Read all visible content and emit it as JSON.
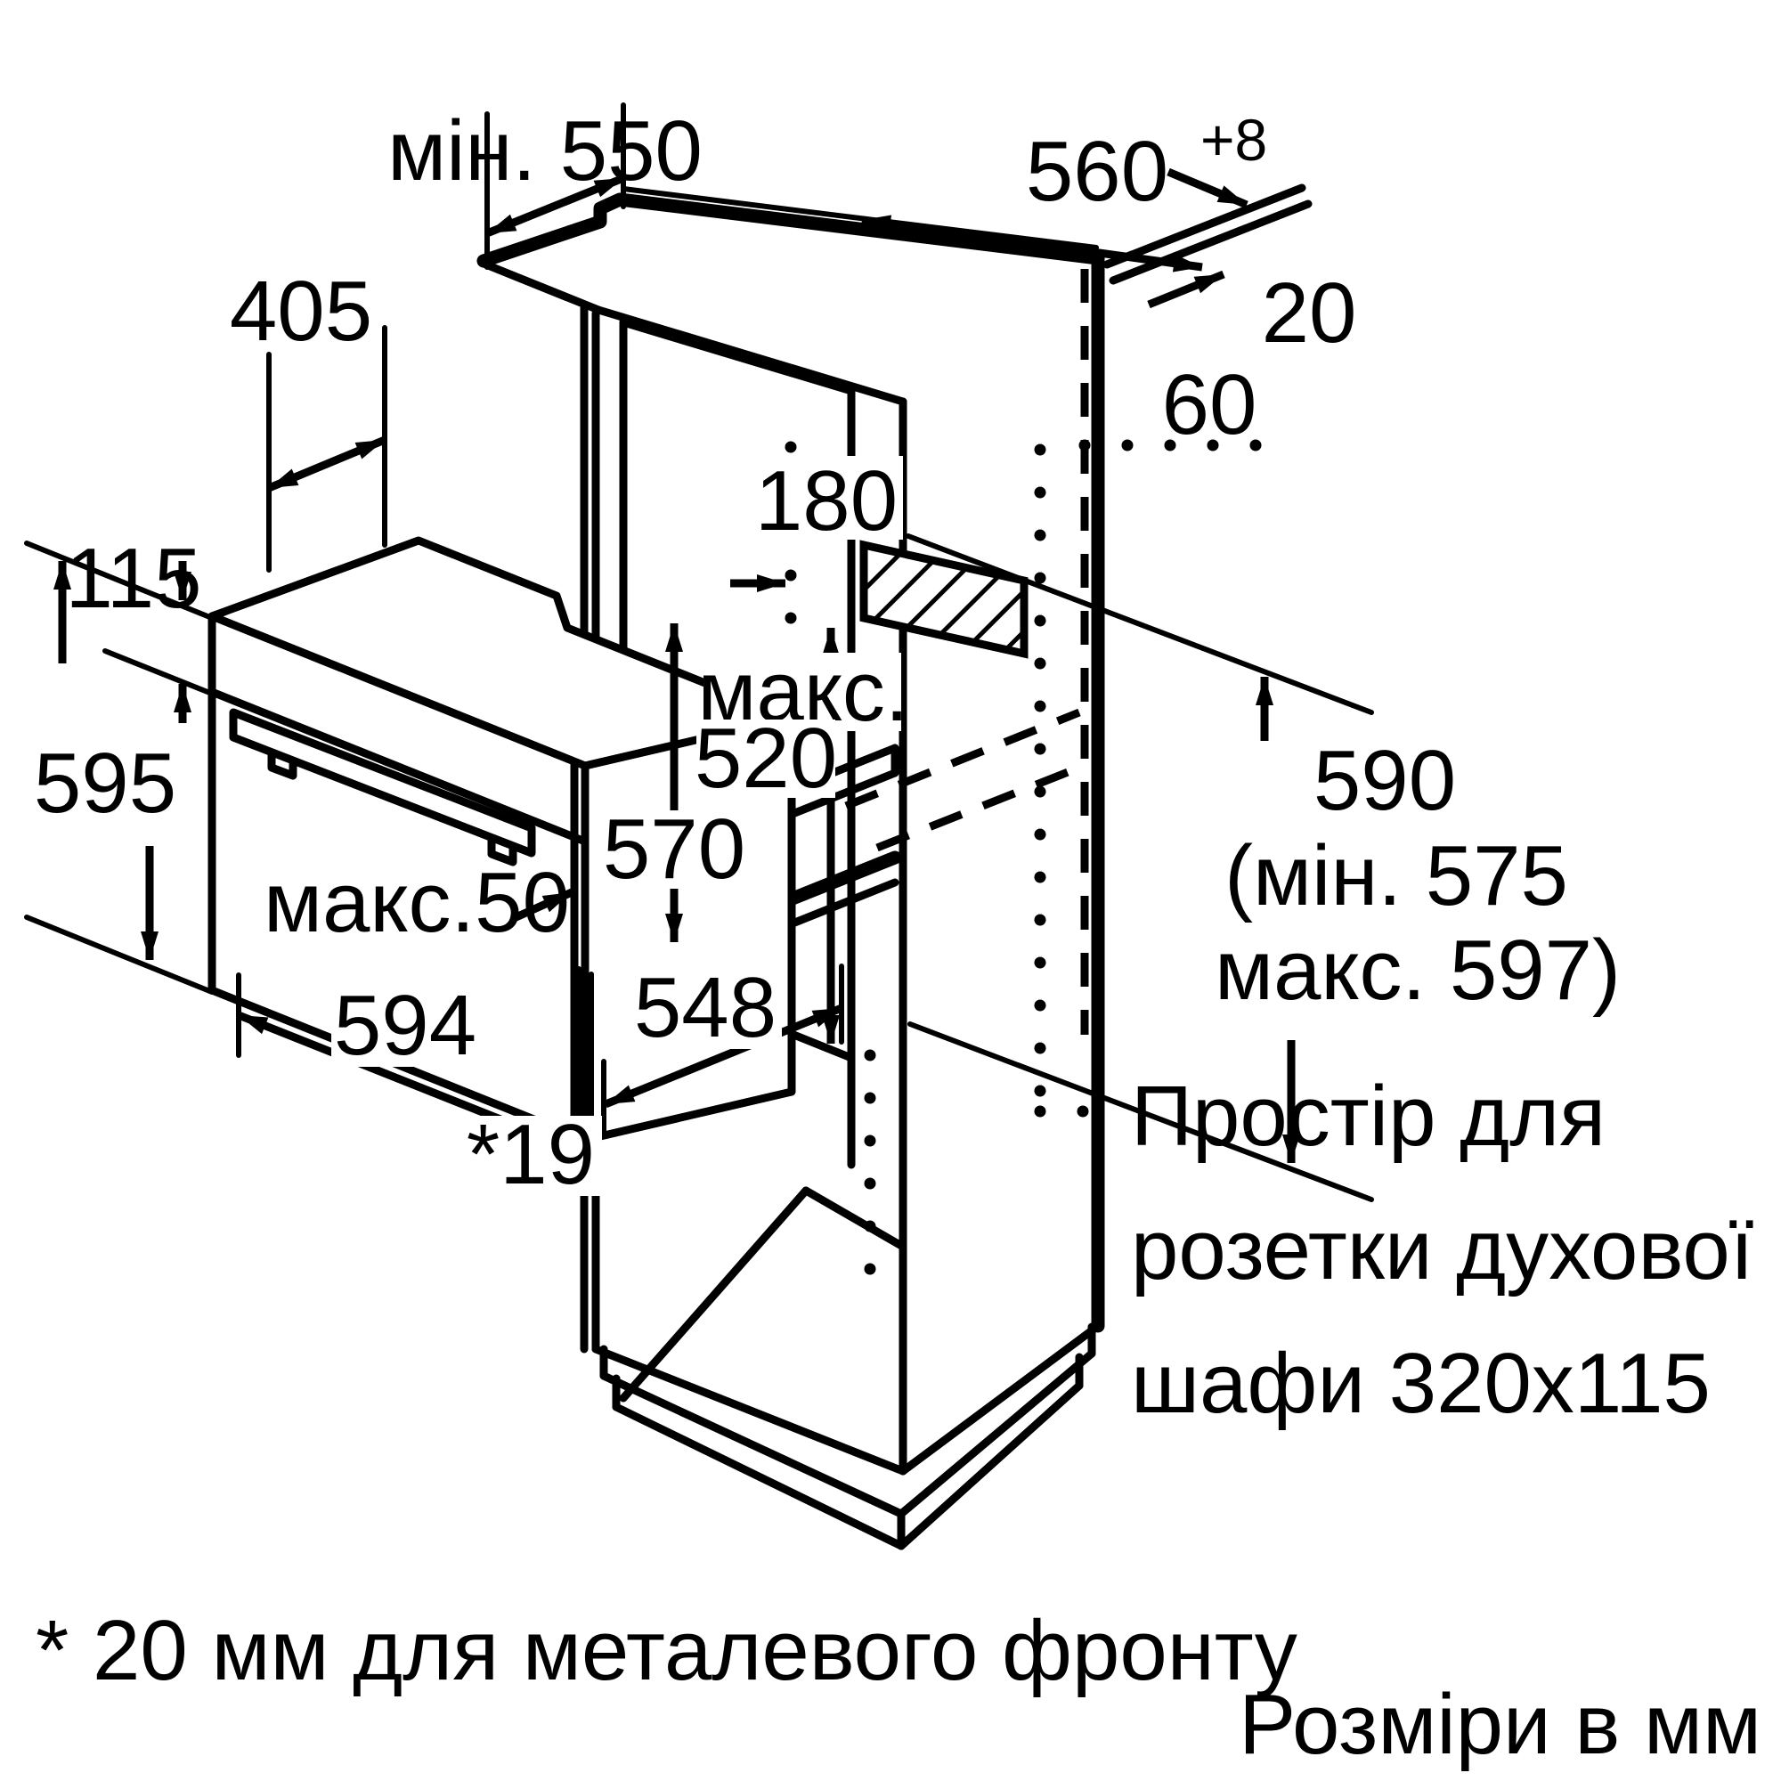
{
  "page": {
    "paper_color": "#ffffff",
    "ink_color": "#000000",
    "kind": "oven-installation-diagram"
  },
  "dimensions": {
    "min_550": "мін. 550",
    "d560": "560",
    "d560_sup": "+8",
    "d20": "20",
    "d405": "405",
    "d180": "180",
    "d60": "60",
    "d115": "115",
    "d595": "595",
    "maks": "макс.",
    "d520": "520",
    "d570": "570",
    "maks50": "макс.50",
    "d590": "590",
    "d590_min": "(мін. 575",
    "d590_max": "макс. 597)",
    "d594": "594",
    "d548": "548",
    "d19": "*19"
  },
  "socket_note": {
    "line1": "Простір для",
    "line2": "розетки духової",
    "line3": "шафи 320x115"
  },
  "footnote": "* 20 мм для металевого фронту",
  "units_note": "Розміри в мм"
}
